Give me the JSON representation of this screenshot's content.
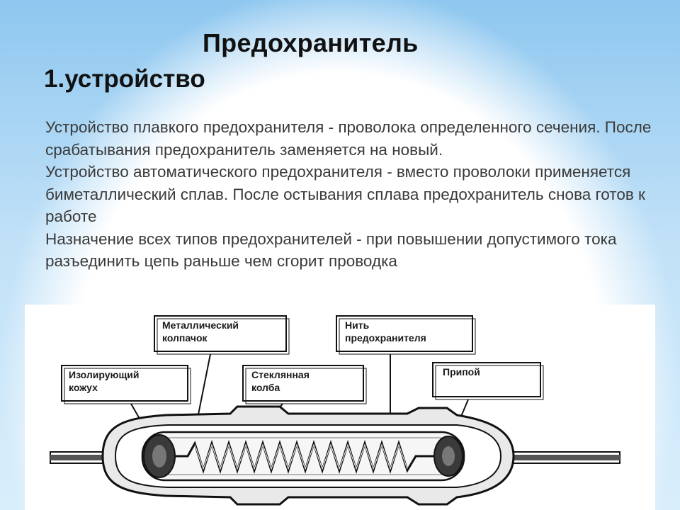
{
  "title": "Предохранитель",
  "subtitle": "1.устройство",
  "paragraphs": [
    "Устройство плавкого предохранителя - проволока определенного сечения. После срабатывания предохранитель заменяется на новый.",
    "Устройство автоматического предохранителя - вместо проволоки применяется биметаллический сплав. После остывания сплава предохранитель снова готов к работе",
    "Назначение всех типов предохранителей - при повышении допустимого тока разъединить цепь раньше чем сгорит проводка"
  ],
  "diagram": {
    "labels": {
      "cap_line1": "Металлический",
      "cap_line2": "колпачок",
      "wire_line1": "Нить",
      "wire_line2": "предохранителя",
      "housing_line1": "Изолирующий",
      "housing_line2": "кожух",
      "bulb_line1": "Стеклянная",
      "bulb_line2": "колба",
      "solder": "Припой"
    }
  }
}
